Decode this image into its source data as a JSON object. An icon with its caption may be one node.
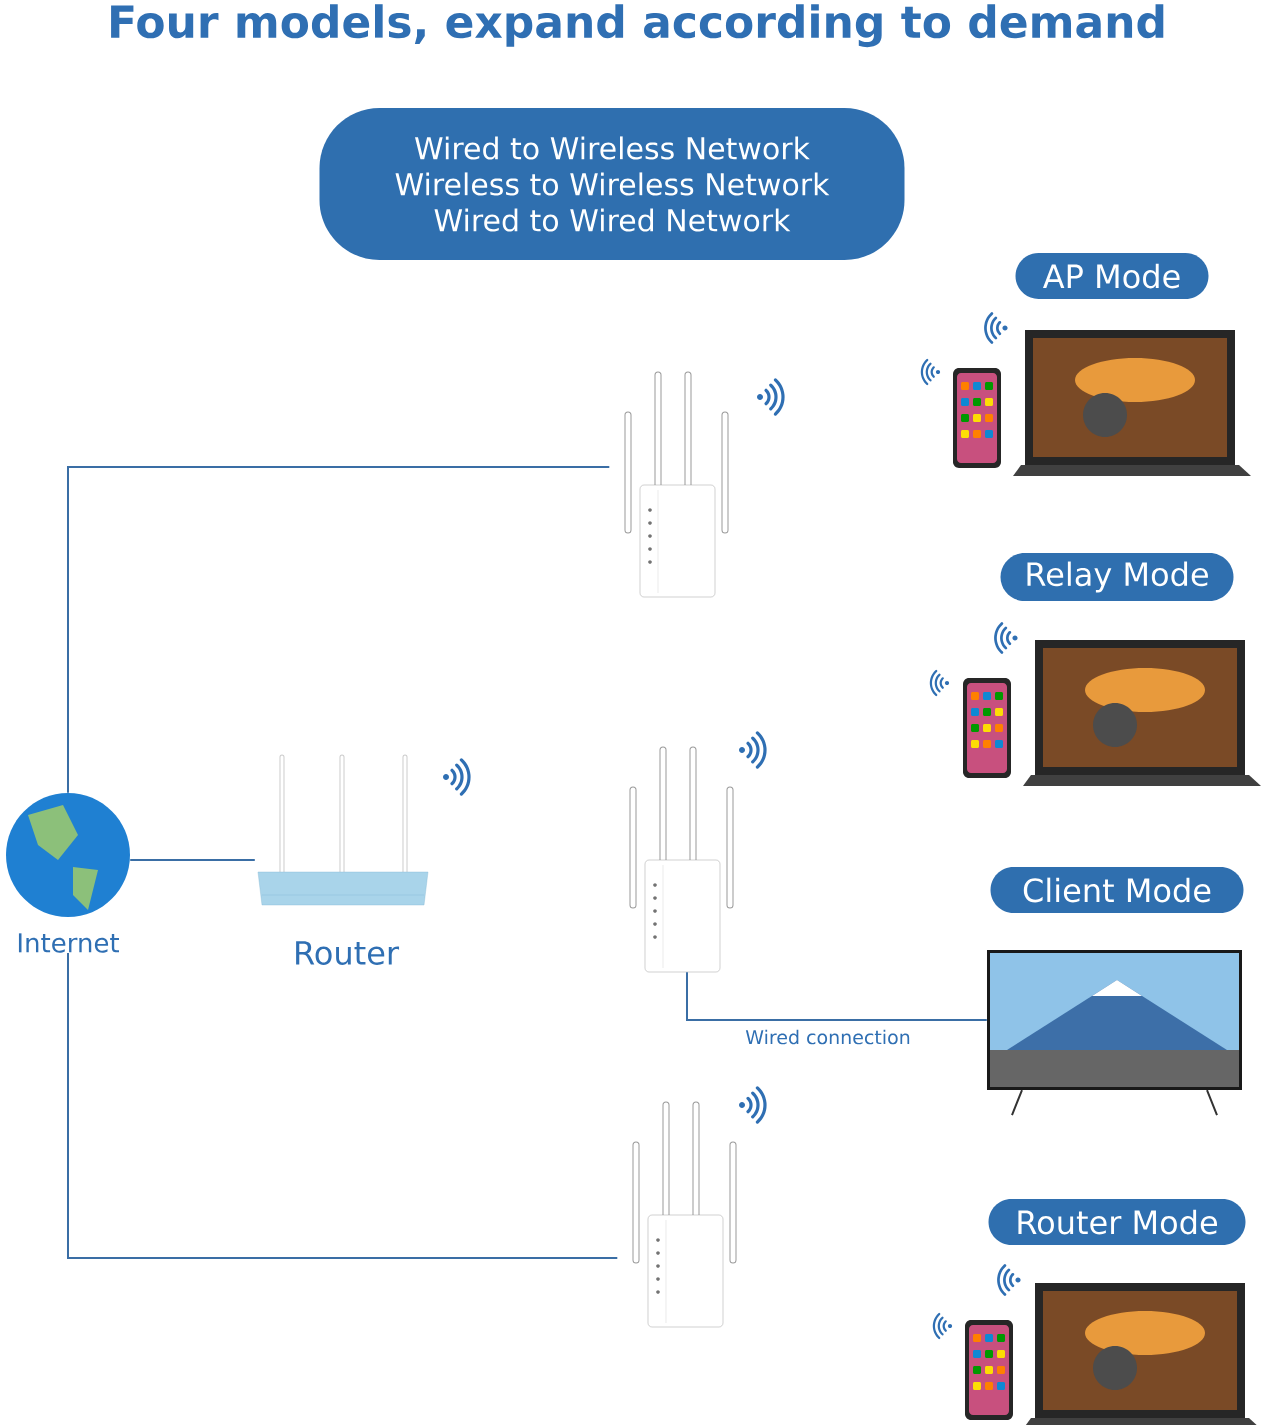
{
  "diagram": {
    "title": "Four models, expand according to demand",
    "nodes": [
      {
        "text": [
          "Wired to Wireless Network",
          "Wireless to Wireless Network",
          "Wired to Wired Network"
        ]
      },
      {
        "text": [
          "AP Mode"
        ]
      },
      {
        "text": [],
        "shape": "picture"
      },
      {
        "text": [
          "Relay Mode"
        ]
      },
      {
        "text": [
          "Internet"
        ]
      },
      {
        "text": [
          "Router"
        ]
      },
      {
        "text": [],
        "shape": "picture"
      },
      {
        "text": [
          "Client Mode"
        ]
      },
      {
        "text": [],
        "shape": "picture"
      },
      {
        "text": [],
        "shape": "picture"
      },
      {
        "text": [
          "Router Mode"
        ]
      }
    ],
    "edges": [
      {
        "from": 4,
        "to": 2,
        "arrow": "none"
      },
      {
        "from": 4,
        "to": 5,
        "arrow": "none"
      },
      {
        "from": 6,
        "to": 8,
        "arrow": "none",
        "label": "Wired connection"
      },
      {
        "from": 4,
        "to": 9,
        "arrow": "none"
      }
    ]
  }
}
